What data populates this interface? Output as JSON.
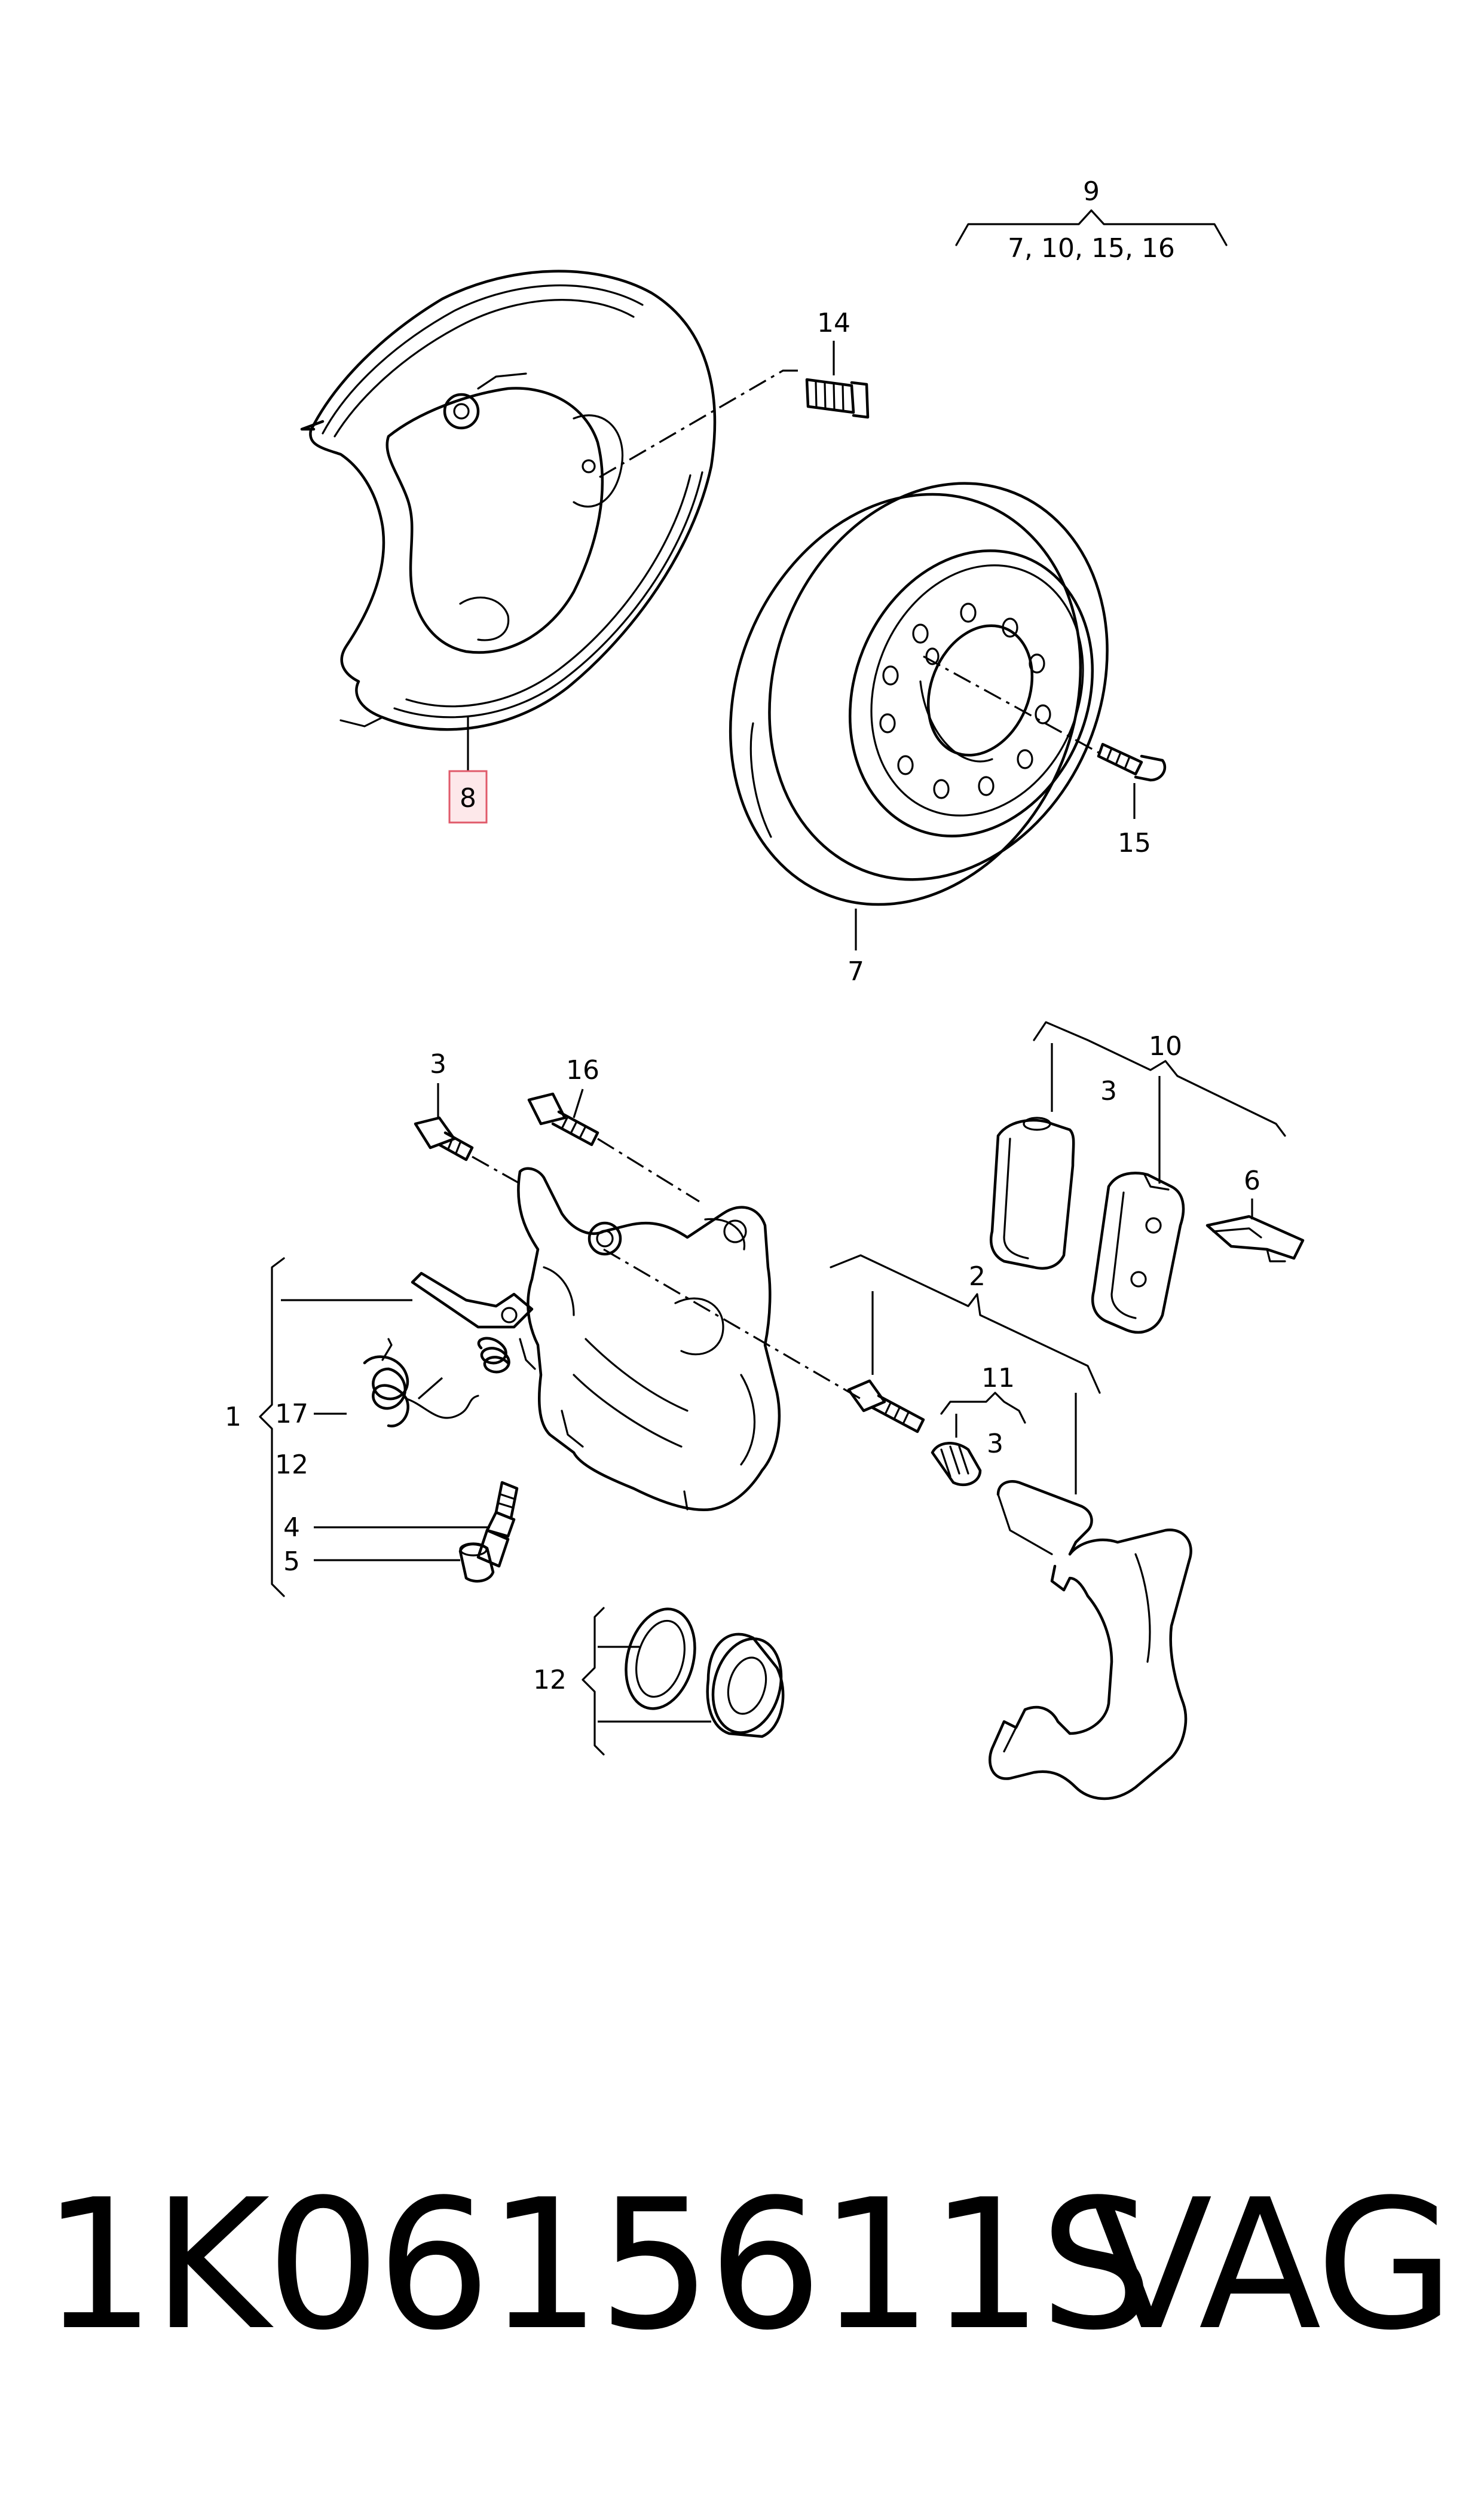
{
  "callouts": {
    "c1": "1",
    "c2": "2",
    "c3a": "3",
    "c3b": "3",
    "c3c": "3",
    "c4": "4",
    "c5": "5",
    "c6": "6",
    "c7": "7",
    "c8": "8",
    "c9": "9",
    "c9_list": "7, 10, 15, 16",
    "c10": "10",
    "c11": "11",
    "c12a": "12",
    "c12b": "12",
    "c14": "14",
    "c15": "15",
    "c16": "16",
    "c17": "17"
  },
  "footer": {
    "part_number": "1K0615611S",
    "brand": "VAG"
  },
  "colors": {
    "ink": "#000000",
    "highlight_fill": "#fde8ea",
    "highlight_stroke": "#e05a6a"
  }
}
